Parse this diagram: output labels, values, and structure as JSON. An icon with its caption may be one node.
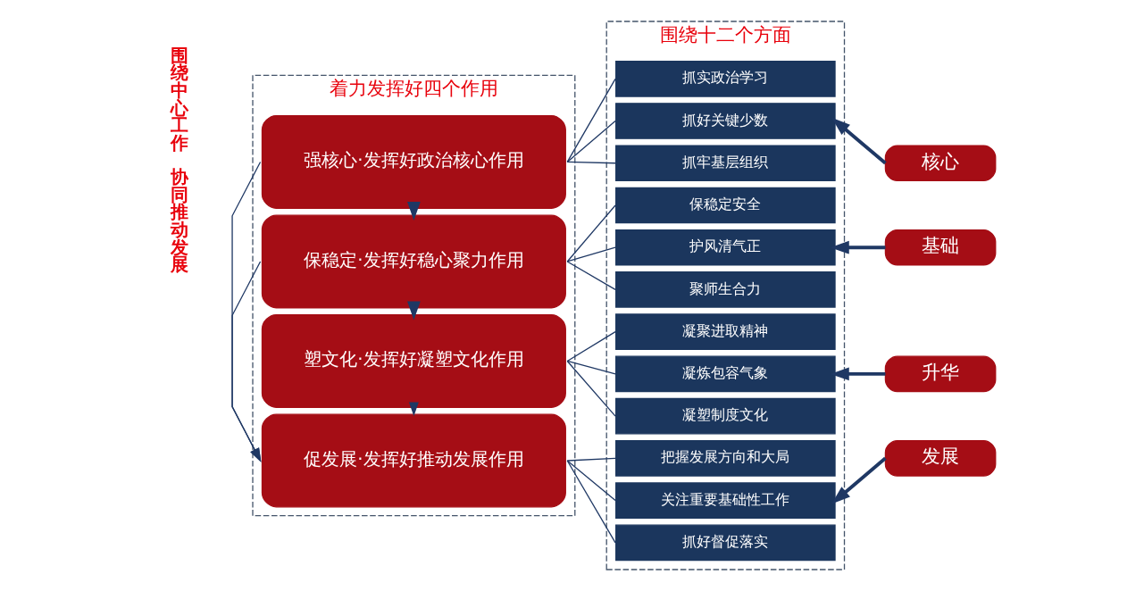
{
  "diagram": {
    "nodes": [
      {
        "text": [
          "着力发挥好四个作用"
        ]
      },
      {
        "text": [
          "强核心·发挥好政治核心作用"
        ],
        "in": 0
      },
      {
        "text": [
          "保稳定·发挥好稳心聚力作用"
        ],
        "in": 0
      },
      {
        "text": [
          "塑文化·发挥好凝塑文化作用"
        ],
        "in": 0
      },
      {
        "text": [
          "促发展·发挥好推动发展作用"
        ],
        "in": 0
      },
      {
        "text": [
          "围绕十二个方面"
        ]
      },
      {
        "text": [
          "抓实政治学习"
        ],
        "in": 5
      },
      {
        "text": [
          "抓好关键少数"
        ],
        "in": 5
      },
      {
        "text": [
          "抓牢基层组织"
        ],
        "in": 5
      },
      {
        "text": [
          "保稳定安全"
        ],
        "in": 5
      },
      {
        "text": [
          "护风清气正"
        ],
        "in": 5
      },
      {
        "text": [
          "聚师生合力"
        ],
        "in": 5
      },
      {
        "text": [
          "凝聚进取精神"
        ],
        "in": 5
      },
      {
        "text": [
          "凝炼包容气象"
        ],
        "in": 5
      },
      {
        "text": [
          "凝塑制度文化"
        ],
        "in": 5
      },
      {
        "text": [
          "把握发展方向和大局"
        ],
        "in": 5
      },
      {
        "text": [
          "关注重要基础性工作"
        ],
        "in": 5
      },
      {
        "text": [
          "抓好督促落实"
        ],
        "in": 5
      },
      {
        "text": [
          "核心"
        ]
      },
      {
        "text": [
          "基础"
        ]
      },
      {
        "text": [
          "升华"
        ]
      },
      {
        "text": [
          "发展"
        ]
      }
    ],
    "edges": [
      {
        "from": 1,
        "to": 2,
        "arrow": "to",
        "style": "thick"
      },
      {
        "from": 2,
        "to": 3,
        "arrow": "to",
        "style": "thick"
      },
      {
        "from": 1,
        "to": 4,
        "arrow": "to"
      },
      {
        "from": 2,
        "to": 4,
        "arrow": "to"
      },
      {
        "from": 3,
        "to": 4,
        "arrow": "to"
      },
      {
        "from": 1,
        "to": 6,
        "arrow": "none"
      },
      {
        "from": 1,
        "to": 7,
        "arrow": "none"
      },
      {
        "from": 1,
        "to": 8,
        "arrow": "none"
      },
      {
        "from": 2,
        "to": 9,
        "arrow": "none"
      },
      {
        "from": 2,
        "to": 10,
        "arrow": "none"
      },
      {
        "from": 2,
        "to": 11,
        "arrow": "none"
      },
      {
        "from": 3,
        "to": 12,
        "arrow": "none"
      },
      {
        "from": 3,
        "to": 13,
        "arrow": "none"
      },
      {
        "from": 3,
        "to": 14,
        "arrow": "none"
      },
      {
        "from": 4,
        "to": 15,
        "arrow": "none"
      },
      {
        "from": 4,
        "to": 16,
        "arrow": "none"
      },
      {
        "from": 4,
        "to": 17,
        "arrow": "none"
      },
      {
        "from": 18,
        "to": 7,
        "arrow": "to",
        "style": "thick"
      },
      {
        "from": 19,
        "to": 10,
        "arrow": "to",
        "style": "thick"
      },
      {
        "from": 20,
        "to": 13,
        "arrow": "to",
        "style": "thick"
      },
      {
        "from": 21,
        "to": 16,
        "arrow": "to",
        "style": "thick"
      }
    ],
    "labels": [
      "围绕中心工作",
      "协同推动发展"
    ]
  }
}
